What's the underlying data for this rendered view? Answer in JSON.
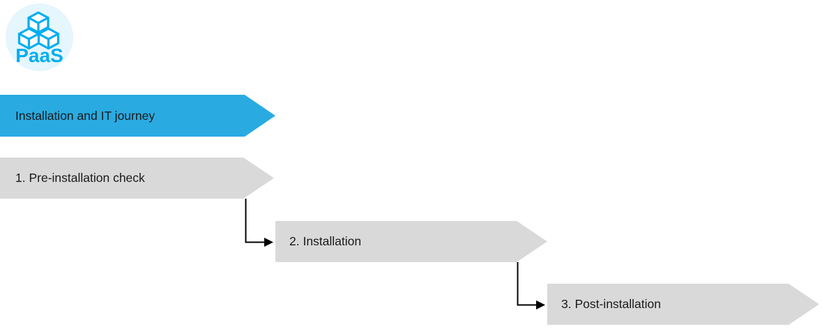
{
  "logo": {
    "label": "PaaS",
    "icon": "cubes-icon",
    "background_color": "#E5F6FD",
    "accent_color": "#00AEEF"
  },
  "flow": {
    "title": {
      "label": "Installation and IT journey",
      "color": "#29ABE2"
    },
    "steps": [
      {
        "label": "1. Pre-installation check",
        "color": "#D9D9D9"
      },
      {
        "label": "2. Installation",
        "color": "#D9D9D9"
      },
      {
        "label": "3. Post-installation",
        "color": "#D9D9D9"
      }
    ],
    "connector_color": "#000000",
    "text_color": "#1A1A1A"
  }
}
